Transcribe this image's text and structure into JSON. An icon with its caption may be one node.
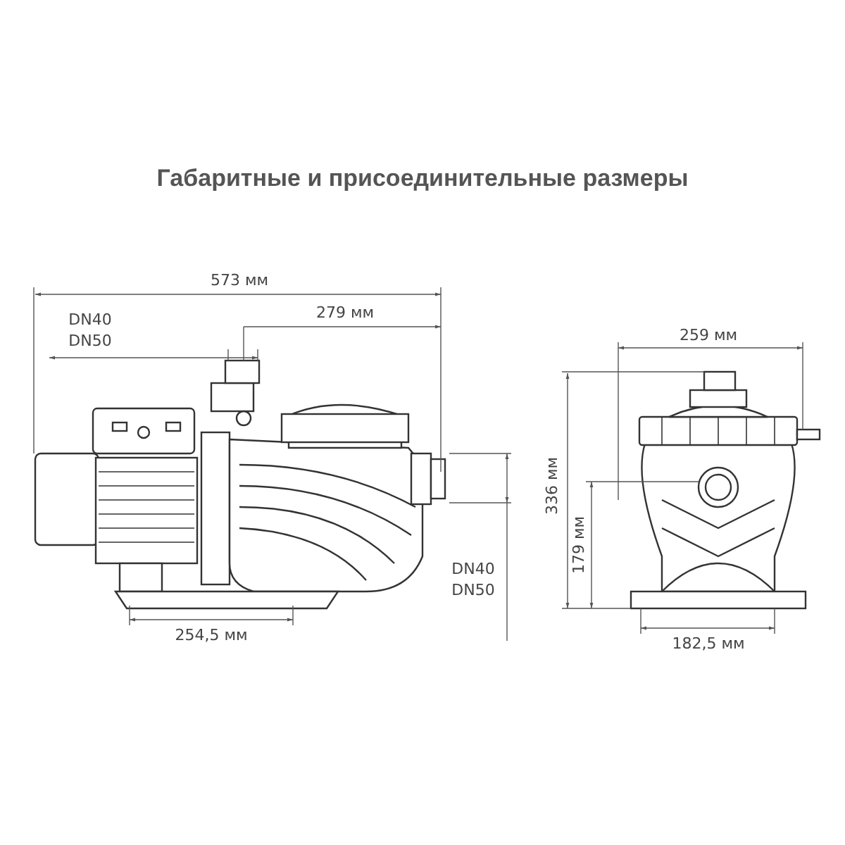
{
  "diagram": {
    "title": "Габаритные и присоединительные размеры",
    "labels": [
      "573 мм",
      "259 мм",
      "DN40",
      "DN50",
      "279 мм",
      "336 мм",
      "179 мм",
      "DN40",
      "DN50",
      "254,5 мм",
      "182,5 мм"
    ]
  }
}
